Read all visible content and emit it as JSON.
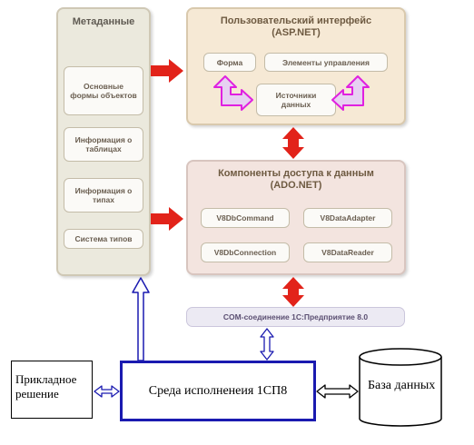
{
  "metadata": {
    "title": "Метаданные",
    "items": [
      "Основные формы объектов",
      "Информация о таблицах",
      "Информация о типах",
      "Система типов"
    ]
  },
  "ui_layer": {
    "title": "Пользовательский интерфейс",
    "subtitle": "(ASP.NET)",
    "items": [
      "Форма",
      "Элементы управления",
      "Источники данных"
    ]
  },
  "data_access": {
    "title": "Компоненты доступа к данным",
    "subtitle": "(ADO.NET)",
    "items": [
      "V8DbCommand",
      "V8DataAdapter",
      "V8DbConnection",
      "V8DataReader"
    ]
  },
  "com_connection": "COM-соединение 1С:Предприятие 8.0",
  "runtime": "Среда исполненеия 1СП8",
  "applied_solution": "Прикладное решение",
  "database": "База данных",
  "colors": {
    "red_arrow": "#e2231a",
    "magenta_arrow": "#e020e0",
    "blue_arrow": "#1a1ab0"
  }
}
